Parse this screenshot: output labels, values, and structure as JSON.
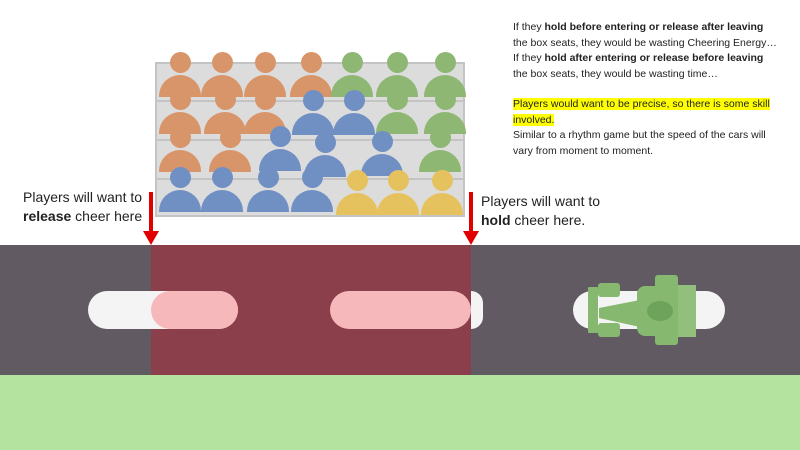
{
  "notes": {
    "p1_pre": "If they ",
    "p1_bold": "hold before entering or release after leaving",
    "p1_post": " the box seats, they would be wasting Cheering Energy…",
    "p2_pre": "If they ",
    "p2_bold": "hold after entering or release before leaving",
    "p2_post": " the box seats, they would be wasting time…",
    "highlight": "Players would want to be precise, so there is some skill involved.",
    "p4": "Similar to a rhythm game but the speed of the cars will vary from moment to moment."
  },
  "left_label": {
    "pre": "Players will want to",
    "bold": "release",
    "post": " cheer here"
  },
  "right_label": {
    "pre": "Players will want to",
    "bold": "hold",
    "post": " cheer here."
  },
  "colors": {
    "orange": "#d9956a",
    "green": "#8fb774",
    "blue": "#7090c4",
    "yellow": "#e6c25f",
    "road": "#625a62",
    "zone": "#8b3f4a",
    "grass": "#b3e39e",
    "arrow": "#e00000",
    "car": "#86b870"
  }
}
